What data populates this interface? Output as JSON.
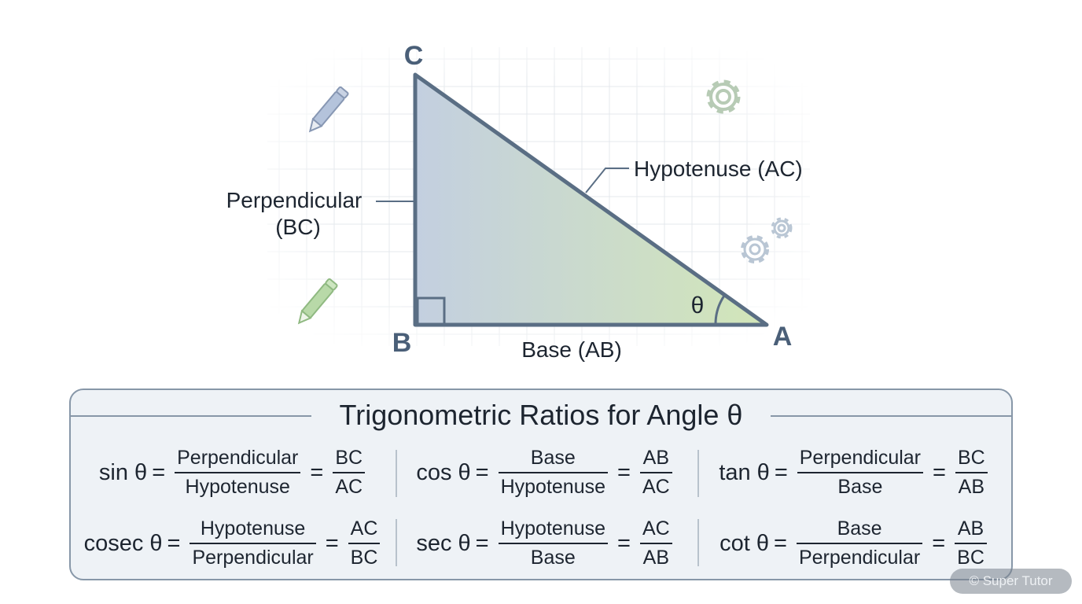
{
  "diagram": {
    "vertices": {
      "a": "A",
      "b": "B",
      "c": "C"
    },
    "angle_symbol": "θ",
    "sides": {
      "hypotenuse": "Hypotenuse (AC)",
      "perpendicular_line1": "Perpendicular",
      "perpendicular_line2": "(BC)",
      "base": "Base (AB)"
    },
    "decorative_icons": [
      "pencil-icon",
      "gear-icon"
    ]
  },
  "ratios_panel": {
    "title": "Trigonometric Ratios for Angle θ",
    "ratios": [
      {
        "name": "sin θ",
        "num": "Perpendicular",
        "den": "Hypotenuse",
        "num2": "BC",
        "den2": "AC"
      },
      {
        "name": "cos θ",
        "num": "Base",
        "den": "Hypotenuse",
        "num2": "AB",
        "den2": "AC"
      },
      {
        "name": "tan θ",
        "num": "Perpendicular",
        "den": "Base",
        "num2": "BC",
        "den2": "AB"
      },
      {
        "name": "cosec θ",
        "num": "Hypotenuse",
        "den": "Perpendicular",
        "num2": "AC",
        "den2": "BC"
      },
      {
        "name": "sec θ",
        "num": "Hypotenuse",
        "den": "Base",
        "num2": "AC",
        "den2": "AB"
      },
      {
        "name": "cot θ",
        "num": "Base",
        "den": "Perpendicular",
        "num2": "AB",
        "den2": "BC"
      }
    ]
  },
  "watermark": "© Super Tutor",
  "colors": {
    "triangle_stroke": "#5a6e84",
    "fill_start": "#c3cfe0",
    "fill_end": "#d2e6b8",
    "grid": "#e4e8ec",
    "pencil_blue": "#b4c3db",
    "pencil_green": "#b8d9a8",
    "gear": "#b7cbb5"
  }
}
